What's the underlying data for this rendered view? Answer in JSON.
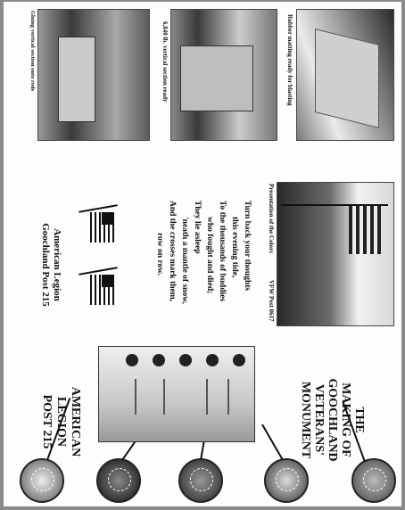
{
  "panel1": {
    "caption1": "Rubber matting ready for blasting",
    "caption2": "6,840 lb. vertical section ready",
    "caption3": "Gluing vertical section onto rods"
  },
  "panel2": {
    "caption": "Presentation of the Colors",
    "caption_right": "VFW Post 8617",
    "poem": [
      "Turn back your thoughts",
      "this evening tide,",
      "To the thousands of buddies",
      "who fought and died;",
      "They lie asleep",
      "'neath a mantle of snow,",
      "And the crosses mark them,",
      "row on row."
    ],
    "org_line1": "American Legion",
    "org_line2": "Goochland Post 215"
  },
  "panel3": {
    "title": [
      "THE",
      "MAKING OF",
      "GOOCHLAND",
      "VETERANS'",
      "MONUMENT"
    ],
    "org": [
      "AMERICAN",
      "LEGION",
      "POST 215"
    ]
  }
}
